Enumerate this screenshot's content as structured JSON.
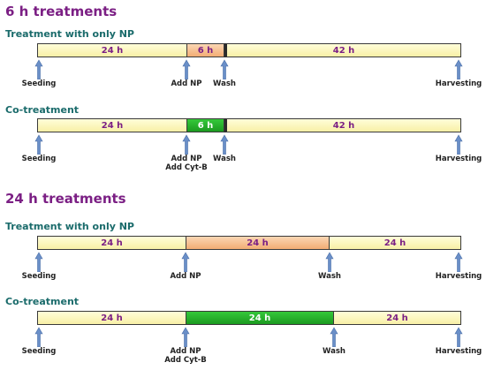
{
  "sections": [
    {
      "title": "6 h treatments",
      "rows": [
        {
          "subtitle": "Treatment with only NP",
          "segments": [
            "24 h",
            "6 h",
            "42 h"
          ],
          "markers": [
            "Seeding",
            "Add NP",
            "Wash",
            "Harvesting"
          ]
        },
        {
          "subtitle": "Co-treatment",
          "segments": [
            "24 h",
            "6 h",
            "42 h"
          ],
          "markers": [
            "Seeding",
            "Add NP\nAdd Cyt-B",
            "Wash",
            "Harvesting"
          ]
        }
      ]
    },
    {
      "title": "24 h treatments",
      "rows": [
        {
          "subtitle": "Treatment with only NP",
          "segments": [
            "24 h",
            "24 h",
            "24 h"
          ],
          "markers": [
            "Seeding",
            "Add NP",
            "Wash",
            "Harvesting"
          ]
        },
        {
          "subtitle": "Co-treatment",
          "segments": [
            "24 h",
            "24 h",
            "24 h"
          ],
          "markers": [
            "Seeding",
            "Add NP\nAdd Cyt-B",
            "Wash",
            "Harvesting"
          ]
        }
      ]
    }
  ],
  "colors": {
    "incubation": "#f8f0a6",
    "np_only": "#f2ac74",
    "co_treatment": "#22a828",
    "title": "#7b1f84",
    "subtitle": "#1a6b6b",
    "arrow": "#6a8fc8"
  }
}
